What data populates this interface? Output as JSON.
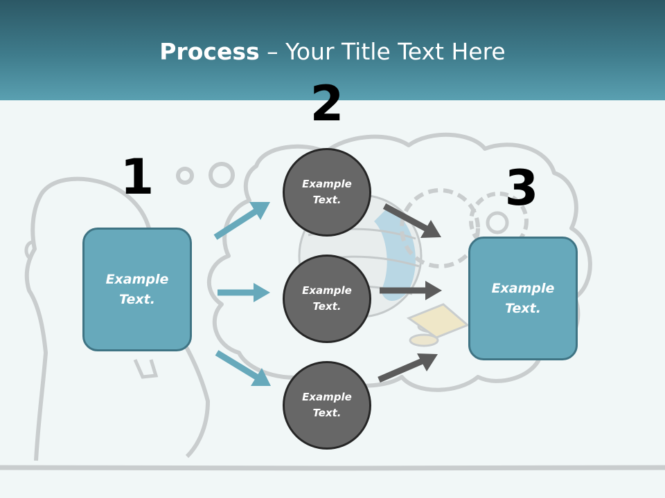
{
  "title": {
    "bold": "Process",
    "rest": " – Your Title Text Here"
  },
  "steps": {
    "one": "1",
    "two": "2",
    "three": "3"
  },
  "boxes": {
    "left": "Example Text.",
    "right": "Example Text."
  },
  "circles": [
    "Example Text.",
    "Example Text.",
    "Example Text."
  ],
  "colors": {
    "header": "#3f7c8c",
    "box_fill": "#67a9bb",
    "circle_fill": "#676767",
    "arrow_blue": "#67a9bb",
    "arrow_gray": "#5b5b5b",
    "sketch": "#c9cdce"
  }
}
